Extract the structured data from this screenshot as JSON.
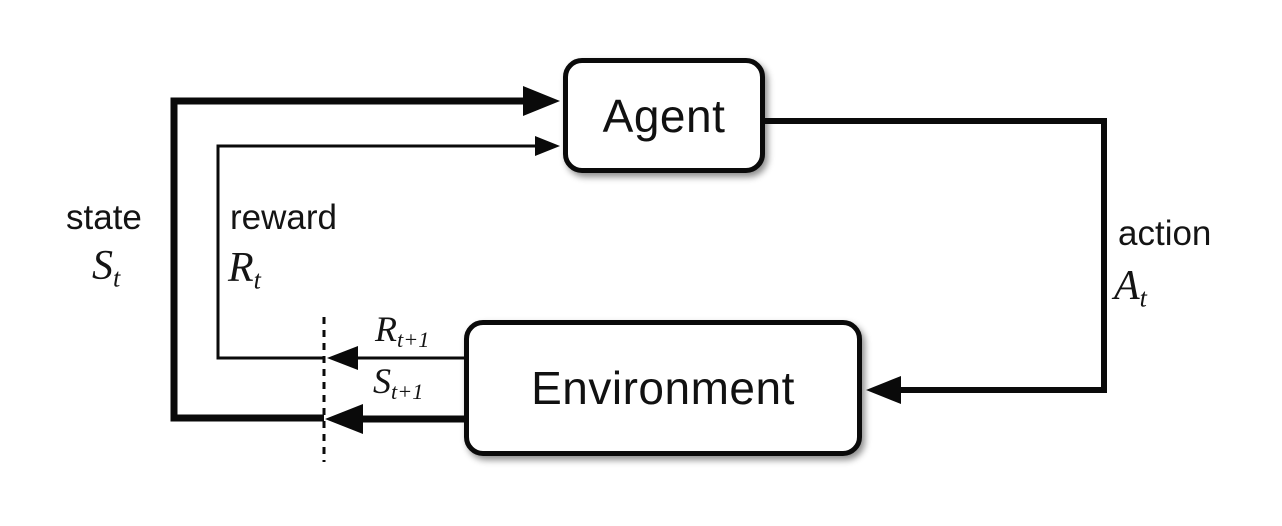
{
  "diagram": {
    "nodes": {
      "agent": "Agent",
      "environment": "Environment"
    },
    "edges": {
      "state": {
        "word": "state",
        "sym": "S",
        "sub": "t"
      },
      "reward": {
        "word": "reward",
        "sym": "R",
        "sub": "t"
      },
      "action": {
        "word": "action",
        "sym": "A",
        "sub": "t"
      },
      "next_reward": {
        "sym": "R",
        "sub": "t+1"
      },
      "next_state": {
        "sym": "S",
        "sub": "t+1"
      }
    },
    "colors": {
      "ink": "#0a0a0a",
      "background": "#ffffff",
      "box_fill": "#ffffff"
    }
  }
}
